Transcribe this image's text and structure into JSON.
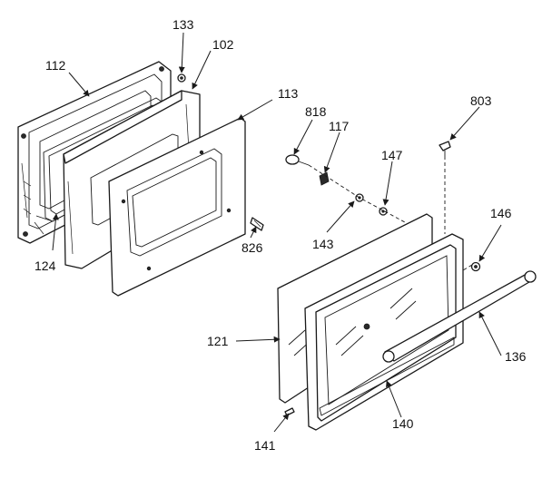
{
  "callouts": {
    "c102": "102",
    "c112": "112",
    "c113": "113",
    "c117": "117",
    "c121": "121",
    "c124": "124",
    "c133": "133",
    "c136": "136",
    "c140": "140",
    "c141": "141",
    "c143": "143",
    "c146": "146",
    "c147": "147",
    "c803": "803",
    "c818": "818",
    "c826": "826"
  }
}
